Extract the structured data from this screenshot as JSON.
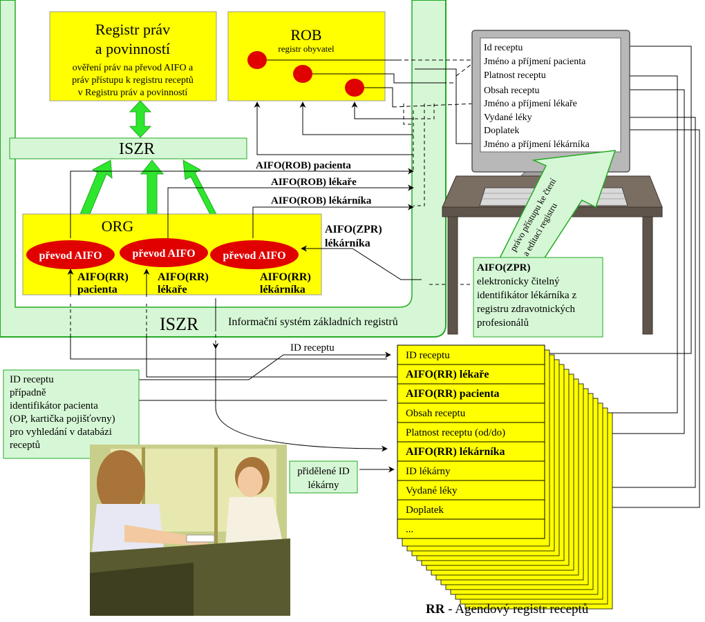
{
  "colors": {
    "iszr_fill": "#d6f7d6",
    "iszr_border": "#22aa22",
    "yellow": "#ffff00",
    "red": "#e00000",
    "arrow_green": "#2ee62e",
    "dark": "#000000"
  },
  "registr_prav": {
    "title_1": "Registr práv",
    "title_2": "a povinností",
    "desc_1": "ověření práv na převod AIFO a",
    "desc_2": "práv přístupu k registru receptů",
    "desc_3": "v Registru práv a povinností"
  },
  "rob": {
    "title": "ROB",
    "subtitle": "registr obyvatel"
  },
  "iszr_bar": {
    "label": "ISZR"
  },
  "org": {
    "title": "ORG",
    "converters": [
      "převod AIFO",
      "převod AIFO",
      "převod AIFO"
    ],
    "under": [
      {
        "l1": "AIFO(RR)",
        "l2": "pacienta"
      },
      {
        "l1": "AIFO(RR)",
        "l2": "lékaře"
      },
      {
        "l1": "AIFO(RR)",
        "l2": "lékárníka"
      }
    ]
  },
  "aifo_rob": {
    "patient": "AIFO(ROB) pacienta",
    "doctor": "AIFO(ROB) lékaře",
    "pharmacist": "AIFO(ROB) lékárníka"
  },
  "aifo_zpr_side": {
    "l1": "AIFO(ZPR)",
    "l2": "lékárníka"
  },
  "iszr_footer": {
    "label": "ISZR",
    "caption": "Informační systém základních registrů"
  },
  "screen_items": [
    "Id receptu",
    "Jméno a příjmení pacienta",
    "Platnost receptu",
    "Obsah receptu",
    "Jméno a příjmení lékaře",
    "Vydané léky",
    "Doplatek",
    "Jméno a příjmení lékárníka"
  ],
  "access_arrow": {
    "l1": "právo přístupu ke čtení",
    "l2": "a editaci registru"
  },
  "zpr_note": {
    "title": "AIFO(ZPR)",
    "lines": [
      "elektronicky čitelný",
      "identifikátor lékárníka z",
      "registru zdravotnických",
      "profesionálů"
    ]
  },
  "id_receptu_label": "ID receptu",
  "left_note": {
    "lines": [
      "ID receptu",
      "případně",
      "identifikátor pacienta",
      "(OP, kartička pojišťovny)",
      "pro vyhledání v databázi",
      "receptů"
    ]
  },
  "pharmacy_id_note": {
    "l1": "přidělené ID",
    "l2": "lékárny"
  },
  "rr_rows": [
    {
      "text": "ID receptu",
      "bold": false
    },
    {
      "text": "AIFO(RR) lékaře",
      "bold": true
    },
    {
      "text": "AIFO(RR) pacienta",
      "bold": true
    },
    {
      "text": "Obsah receptu",
      "bold": false
    },
    {
      "text": "Platnost receptu (od/do)",
      "bold": false
    },
    {
      "text": "AIFO(RR) lékárníka",
      "bold": true
    },
    {
      "text": "ID lékárny",
      "bold": false
    },
    {
      "text": "Vydané léky",
      "bold": false
    },
    {
      "text": "Doplatek",
      "bold": false
    },
    {
      "text": "...",
      "bold": false
    }
  ],
  "rr_caption": {
    "bold": "RR",
    "rest": " - Agendový registr receptů"
  }
}
